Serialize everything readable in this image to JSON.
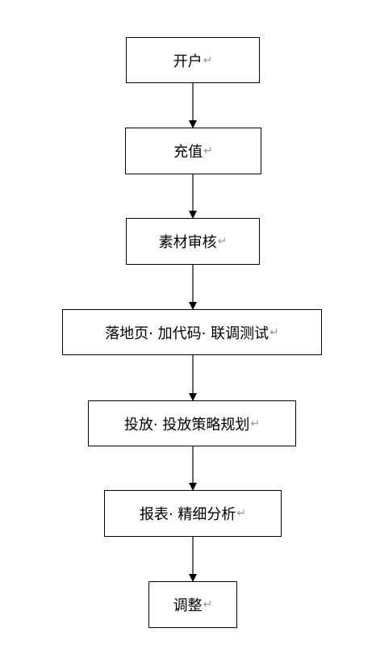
{
  "diagram": {
    "paragraph_mark": "↵",
    "steps": [
      {
        "label": "开户"
      },
      {
        "label": "充值"
      },
      {
        "label": "素材审核"
      },
      {
        "label": "落地页· 加代码· 联调测试"
      },
      {
        "label": "投放· 投放策略规划"
      },
      {
        "label": "报表· 精细分析"
      },
      {
        "label": "调整"
      }
    ]
  }
}
